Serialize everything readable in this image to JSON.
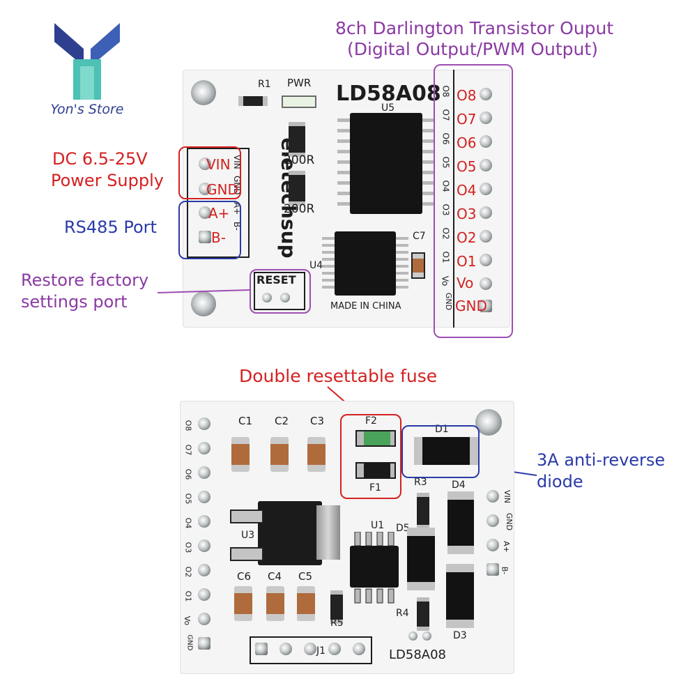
{
  "store": {
    "name": "Yon's Store",
    "logo_colors": {
      "left": "#2e3f8f",
      "right": "#3d5fb5",
      "stem": "#4cc1b4"
    }
  },
  "annotations": {
    "outputs_title_line1": "8ch Darlington Transistor Ouput",
    "outputs_title_line2": "(Digital Output/PWM Output)",
    "power_line1": "DC 6.5-25V",
    "power_line2": "Power Supply",
    "rs485": "RS485 Port",
    "restore_line1": "Restore factory",
    "restore_line2": "settings port",
    "fuse": "Double resettable fuse",
    "diode_line1": "3A anti-reverse",
    "diode_line2": "diode"
  },
  "top_board": {
    "model": "LD58A08",
    "brand": "eletechsup",
    "made_in": "MADE IN CHINA",
    "reset_label": "RESET",
    "pwr_label": "PWR",
    "r1": "R1",
    "u5": "U5",
    "u4": "U4",
    "c7": "C7",
    "res_value_1": "200R",
    "res_value_2": "200R",
    "input_pins": [
      "VIN",
      "GND",
      "A+",
      "B-"
    ],
    "input_silk": [
      "VIN",
      "GND",
      "A+",
      "B-"
    ],
    "output_pins": [
      "O8",
      "O7",
      "O6",
      "O5",
      "O4",
      "O3",
      "O2",
      "O1",
      "Vo",
      "GND"
    ],
    "output_silk": [
      "O8",
      "O7",
      "O6",
      "O5",
      "O4",
      "O3",
      "O2",
      "O1",
      "Vo",
      "GND"
    ]
  },
  "bottom_board": {
    "model": "LD58A08",
    "caps_top": [
      "C1",
      "C2",
      "C3"
    ],
    "caps_bottom": [
      "C6",
      "C4",
      "C5"
    ],
    "f1": "F1",
    "f2": "F2",
    "d1": "D1",
    "d3": "D3",
    "d4": "D4",
    "d5": "D5",
    "r3": "R3",
    "r4": "R4",
    "r5": "R5",
    "u1": "U1",
    "u3": "U3",
    "j1": "J1",
    "left_silk": [
      "O8",
      "O7",
      "O6",
      "O5",
      "O4",
      "O3",
      "O2",
      "O1",
      "Vo",
      "GND"
    ],
    "right_silk": [
      "VIN",
      "GND",
      "A+",
      "B-"
    ]
  }
}
